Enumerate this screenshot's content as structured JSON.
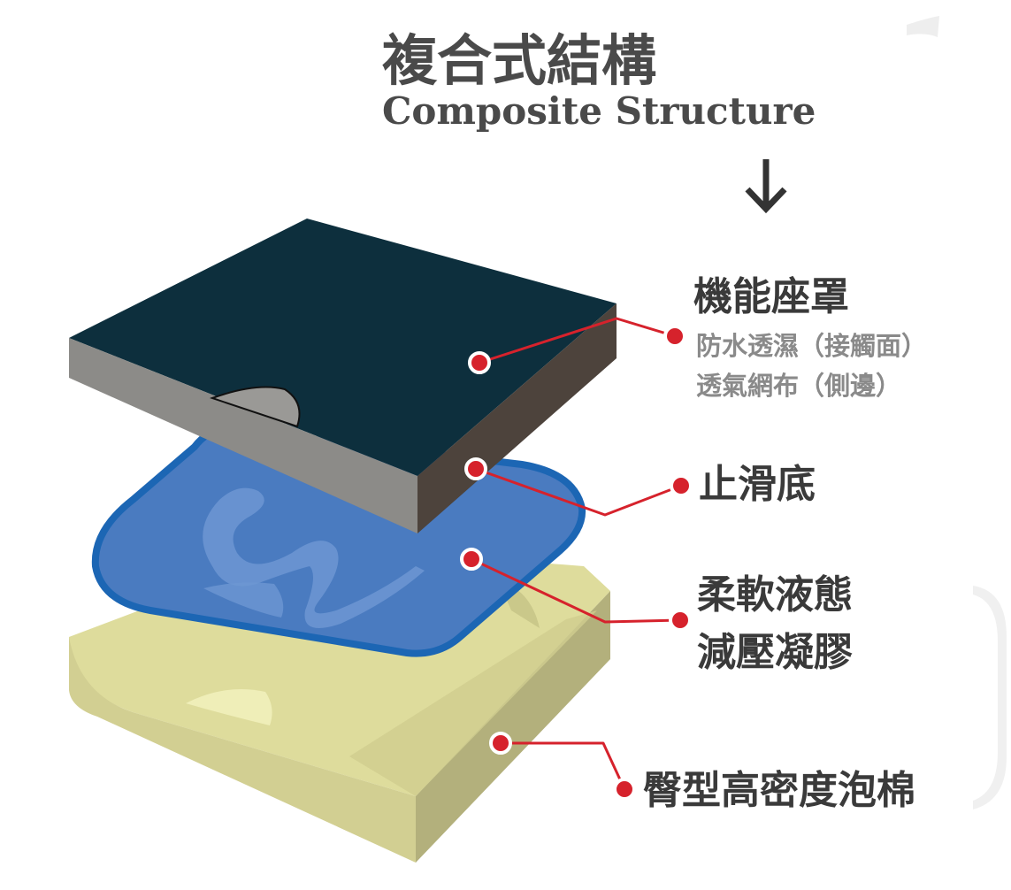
{
  "title": {
    "zh": "複合式結構",
    "en": "Composite Structure"
  },
  "layers": [
    {
      "name": "機能座罩",
      "sub": [
        "防水透濕（接觸面）",
        "透氣網布（側邊）"
      ],
      "color_top": "#0d2f3d",
      "color_side": "#4d433c",
      "color_front": "#8c8b88"
    },
    {
      "name": "止滑底",
      "sub": [],
      "color": "#4a7bc0"
    },
    {
      "name": "柔軟液態",
      "name_line2": "減壓凝膠",
      "sub": [],
      "color": "#4a7bc0",
      "border": "#1c66b4"
    },
    {
      "name": "臀型高密度泡棉",
      "sub": [],
      "color_top": "#dedc9c",
      "color_side": "#b0ae7a"
    }
  ],
  "leader_color": "#d6222c",
  "icons": {
    "arrow": "arrow-down-icon"
  }
}
